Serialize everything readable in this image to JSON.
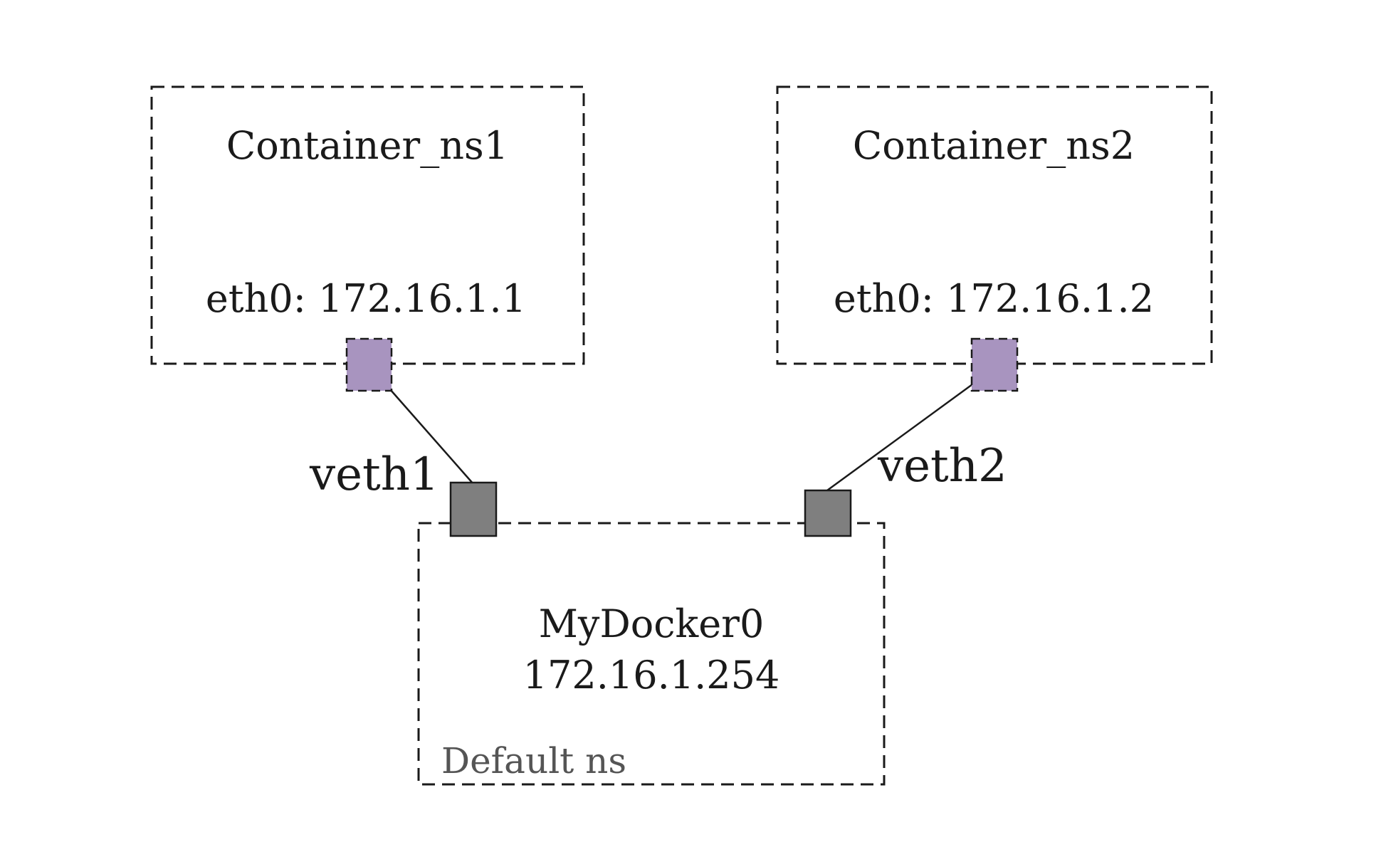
{
  "colors": {
    "ns_port": "#a894bf",
    "host_port": "#7f7f7f",
    "line": "#1a1a1a",
    "muted_text": "#555555"
  },
  "containers": [
    {
      "name": "Container_ns1",
      "interface": "eth0: 172.16.1.1"
    },
    {
      "name": "Container_ns2",
      "interface": "eth0: 172.16.1.2"
    }
  ],
  "veths": [
    {
      "name": "veth1"
    },
    {
      "name": "veth2"
    }
  ],
  "bridge": {
    "name": "MyDocker0",
    "ip": "172.16.1.254",
    "namespace": "Default ns"
  }
}
